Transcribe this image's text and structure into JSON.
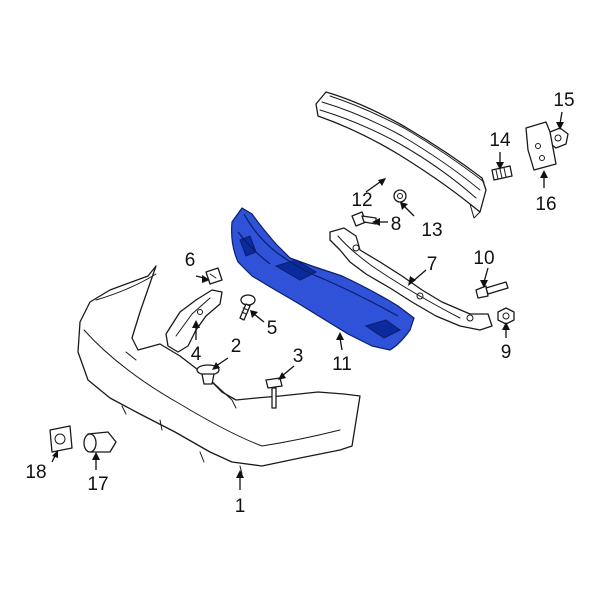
{
  "colors": {
    "highlight": "#2f52d8",
    "highlight_dark": "#0b2a9e",
    "line": "#1a1a1a",
    "background": "#ffffff"
  },
  "highlighted_part": "11",
  "callouts": {
    "c1": "1",
    "c2": "2",
    "c3": "3",
    "c4": "4",
    "c5": "5",
    "c6": "6",
    "c7": "7",
    "c8": "8",
    "c9": "9",
    "c10": "10",
    "c11": "11",
    "c12": "12",
    "c13": "13",
    "c14": "14",
    "c15": "15",
    "c16": "16",
    "c17": "17",
    "c18": "18"
  }
}
